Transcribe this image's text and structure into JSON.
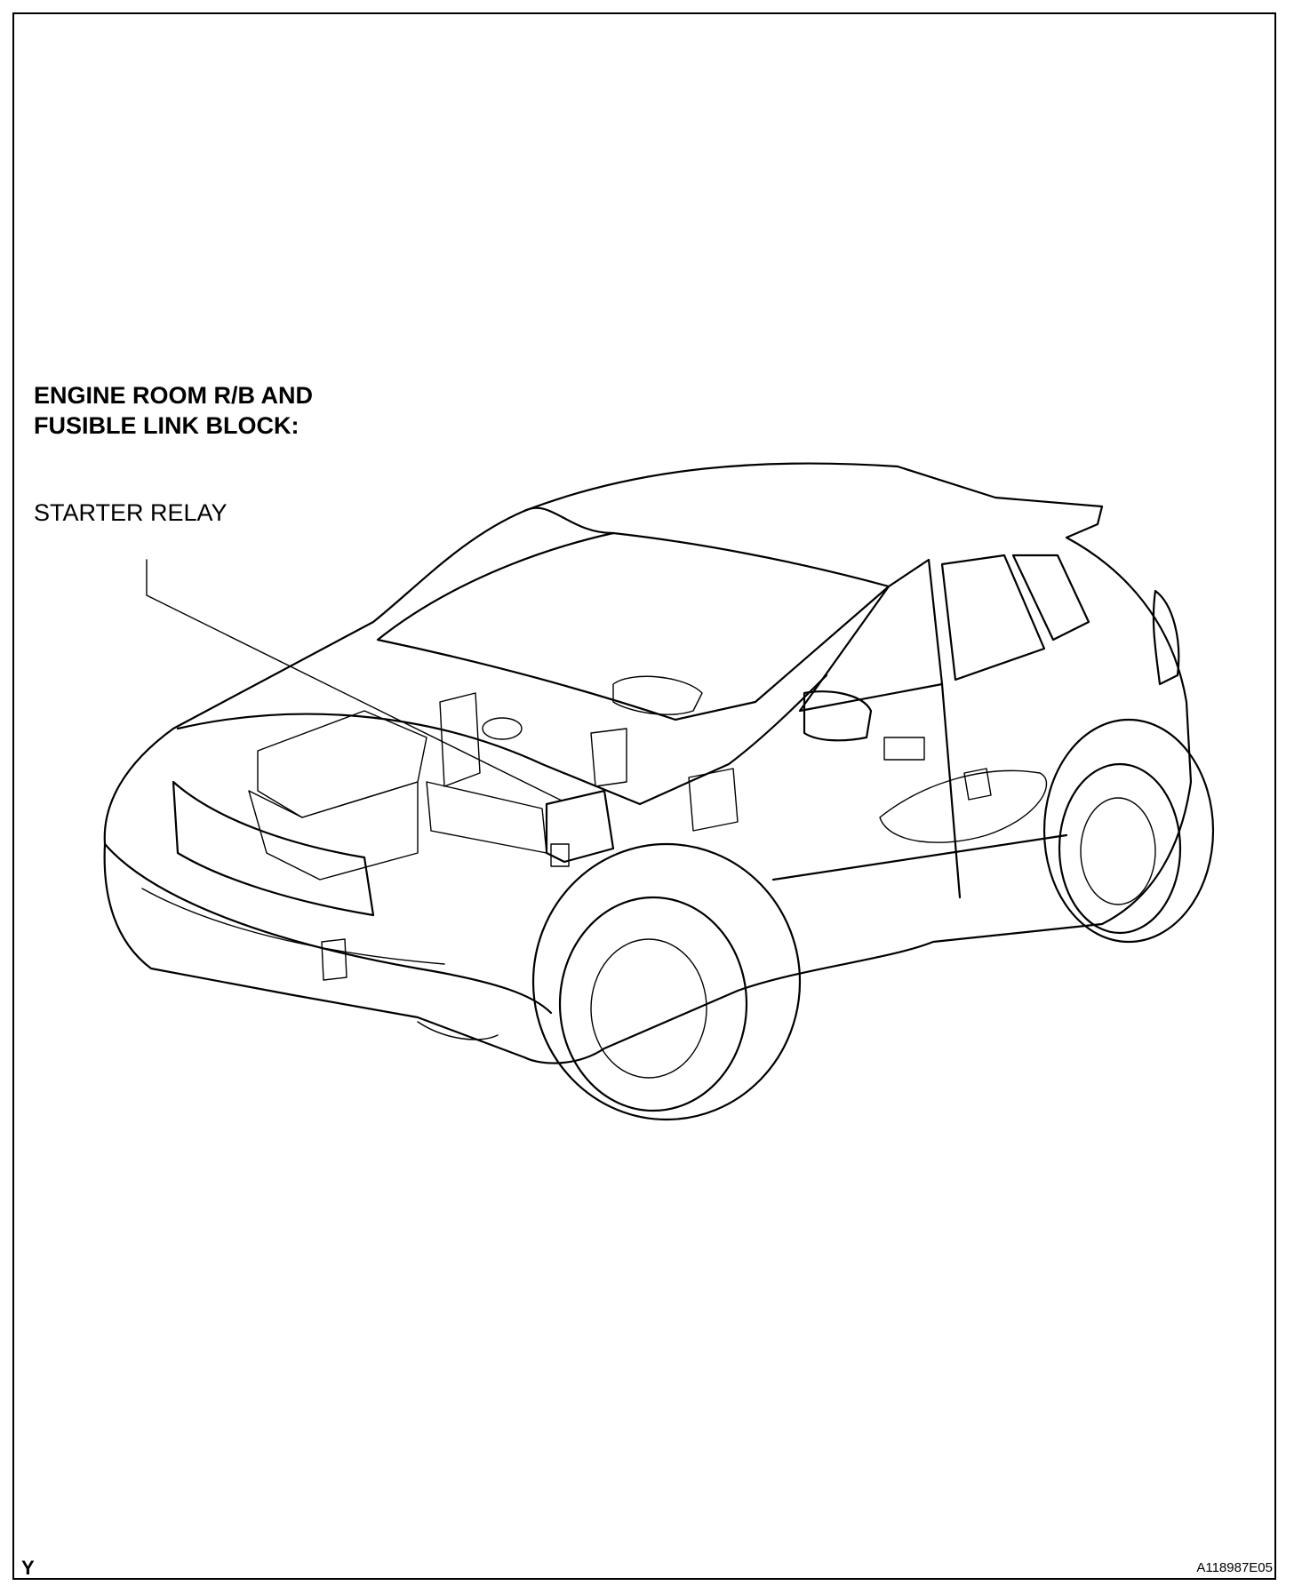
{
  "heading": "ENGINE ROOM R/B AND\nFUSIBLE LINK BLOCK:",
  "callout_label": "STARTER RELAY",
  "corner_letter": "Y",
  "figure_code": "A118987E05"
}
